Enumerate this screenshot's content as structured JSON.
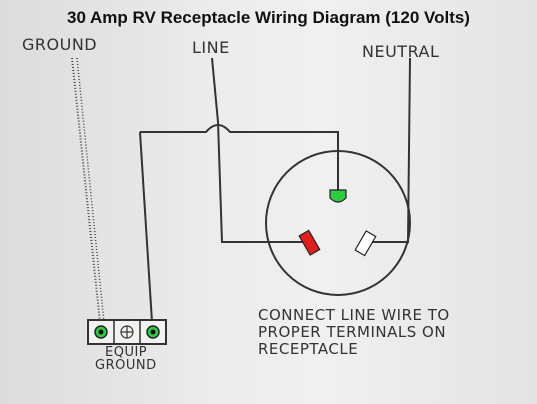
{
  "title": "30 Amp RV Receptacle Wiring Diagram (120 Volts)",
  "labels": {
    "ground": "GROUND",
    "line": "LINE",
    "neutral": "NEUTRAL",
    "note_line1": "CONNECT LINE WIRE TO",
    "note_line2": "PROPER TERMINALS ON",
    "note_line3": "RECEPTACLE",
    "equip_line1": "EQUIP",
    "equip_line2": "GROUND"
  },
  "colors": {
    "ground_terminal": "#2ecc40",
    "line_terminal": "#e0201a",
    "neutral_terminal": "#ffffff"
  }
}
